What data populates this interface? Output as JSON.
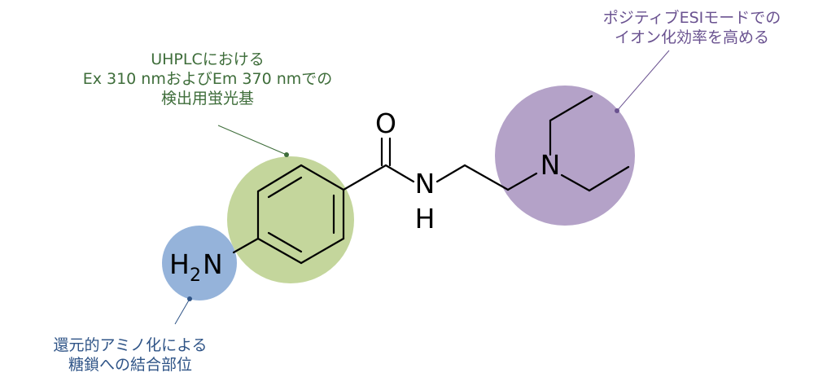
{
  "annotations": {
    "fluorophore": {
      "lines": [
        "UHPLCにおける",
        "Ex 310 nmおよびEm 370 nmでの",
        "検出用蛍光基"
      ],
      "color": "#3e6d3a"
    },
    "ionization": {
      "lines": [
        "ポジティブESIモードでの",
        "イオン化効率を高める"
      ],
      "color": "#6a5290"
    },
    "glycan": {
      "lines": [
        "還元的アミノ化による",
        "糖鎖への結合部位"
      ],
      "color": "#2f5487"
    }
  },
  "molecule": {
    "atom_labels": {
      "oxygen": "O",
      "amide_n": "N",
      "amide_h": "H",
      "amine_n": "N",
      "nh2_h": "H",
      "nh2_sub": "2",
      "nh2_n": "N"
    }
  },
  "highlight_colors": {
    "green": "#c4d69c",
    "purple": "#b4a2c8",
    "blue": "#95b3da"
  }
}
